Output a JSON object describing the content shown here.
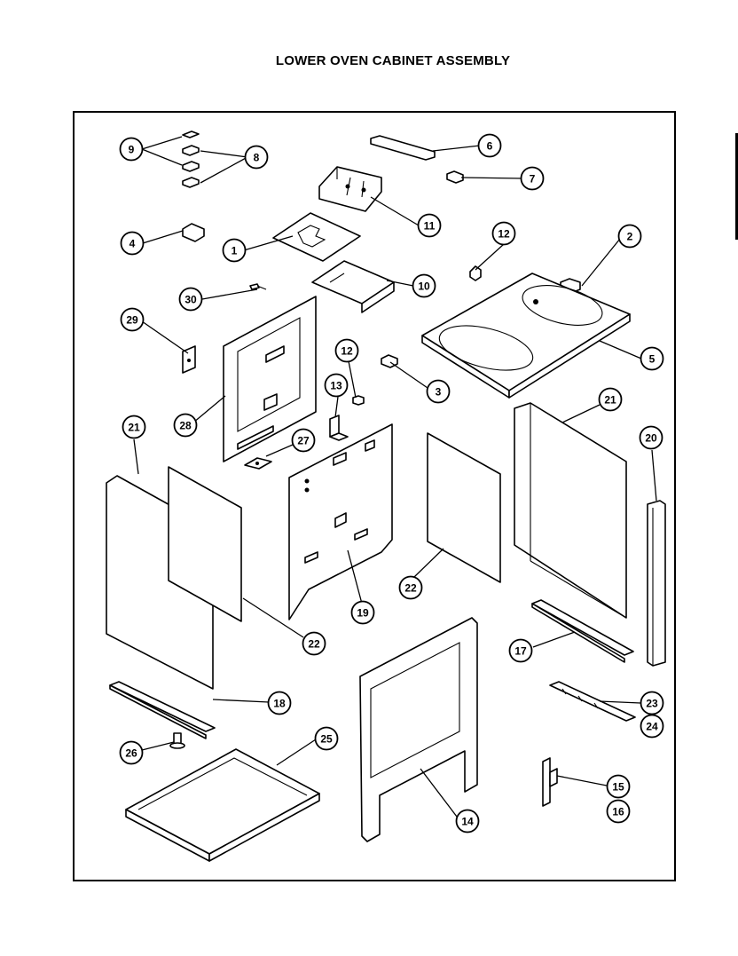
{
  "title": "LOWER OVEN CABINET ASSEMBLY",
  "callouts": [
    {
      "id": "1",
      "label": "1"
    },
    {
      "id": "2",
      "label": "2"
    },
    {
      "id": "3",
      "label": "3"
    },
    {
      "id": "4",
      "label": "4"
    },
    {
      "id": "5",
      "label": "5"
    },
    {
      "id": "6",
      "label": "6"
    },
    {
      "id": "7",
      "label": "7"
    },
    {
      "id": "8",
      "label": "8"
    },
    {
      "id": "9",
      "label": "9"
    },
    {
      "id": "10",
      "label": "10"
    },
    {
      "id": "11",
      "label": "11"
    },
    {
      "id": "12a",
      "label": "12"
    },
    {
      "id": "12b",
      "label": "12"
    },
    {
      "id": "13",
      "label": "13"
    },
    {
      "id": "14",
      "label": "14"
    },
    {
      "id": "15",
      "label": "15"
    },
    {
      "id": "16",
      "label": "16"
    },
    {
      "id": "17",
      "label": "17"
    },
    {
      "id": "18",
      "label": "18"
    },
    {
      "id": "19",
      "label": "19"
    },
    {
      "id": "20",
      "label": "20"
    },
    {
      "id": "21a",
      "label": "21"
    },
    {
      "id": "21b",
      "label": "21"
    },
    {
      "id": "22a",
      "label": "22"
    },
    {
      "id": "22b",
      "label": "22"
    },
    {
      "id": "23",
      "label": "23"
    },
    {
      "id": "24",
      "label": "24"
    },
    {
      "id": "25",
      "label": "25"
    },
    {
      "id": "26",
      "label": "26"
    },
    {
      "id": "27",
      "label": "27"
    },
    {
      "id": "28",
      "label": "28"
    },
    {
      "id": "29",
      "label": "29"
    },
    {
      "id": "30",
      "label": "30"
    }
  ]
}
